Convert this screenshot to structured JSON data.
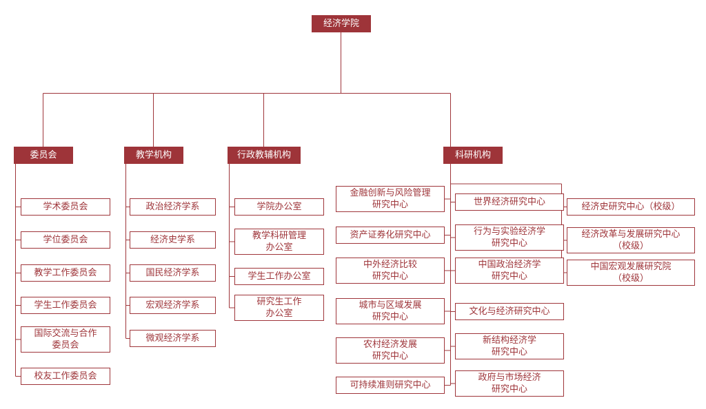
{
  "colors": {
    "primary": "#9e3439",
    "node_bg": "#ffffff",
    "header_text": "#ffffff"
  },
  "root": {
    "label": "经济学院"
  },
  "branches": [
    {
      "label": "委员会",
      "items": [
        "学术委员会",
        "学位委员会",
        "教学工作委员会",
        "学生工作委员会",
        "国际交流与合作\n委员会",
        "校友工作委员会"
      ]
    },
    {
      "label": "教学机构",
      "items": [
        "政治经济学系",
        "经济史学系",
        "国民经济学系",
        "宏观经济学系",
        "微观经济学系"
      ]
    },
    {
      "label": "行政教辅机构",
      "items": [
        "学院办公室",
        "教学科研管理\n办公室",
        "学生工作办公室",
        "研究生工作\n办公室"
      ]
    },
    {
      "label": "科研机构",
      "columns": [
        {
          "items": [
            "金融创新与风险管理\n研究中心",
            "资产证券化研究中心",
            "中外经济比较\n研究中心",
            "城市与区域发展\n研究中心",
            "农村经济发展\n研究中心",
            "可持续准则研究中心"
          ]
        },
        {
          "items": [
            "世界经济研究中心",
            "行为与实验经济学\n研究中心",
            "中国政治经济学\n研究中心",
            "文化与经济研究中心",
            "新结构经济学\n研究中心",
            "政府与市场经济\n研究中心"
          ]
        },
        {
          "items": [
            "经济史研究中心（校级）",
            "经济改革与发展研究中心\n（校级）",
            "中国宏观发展研究院\n（校级）"
          ]
        }
      ]
    }
  ]
}
